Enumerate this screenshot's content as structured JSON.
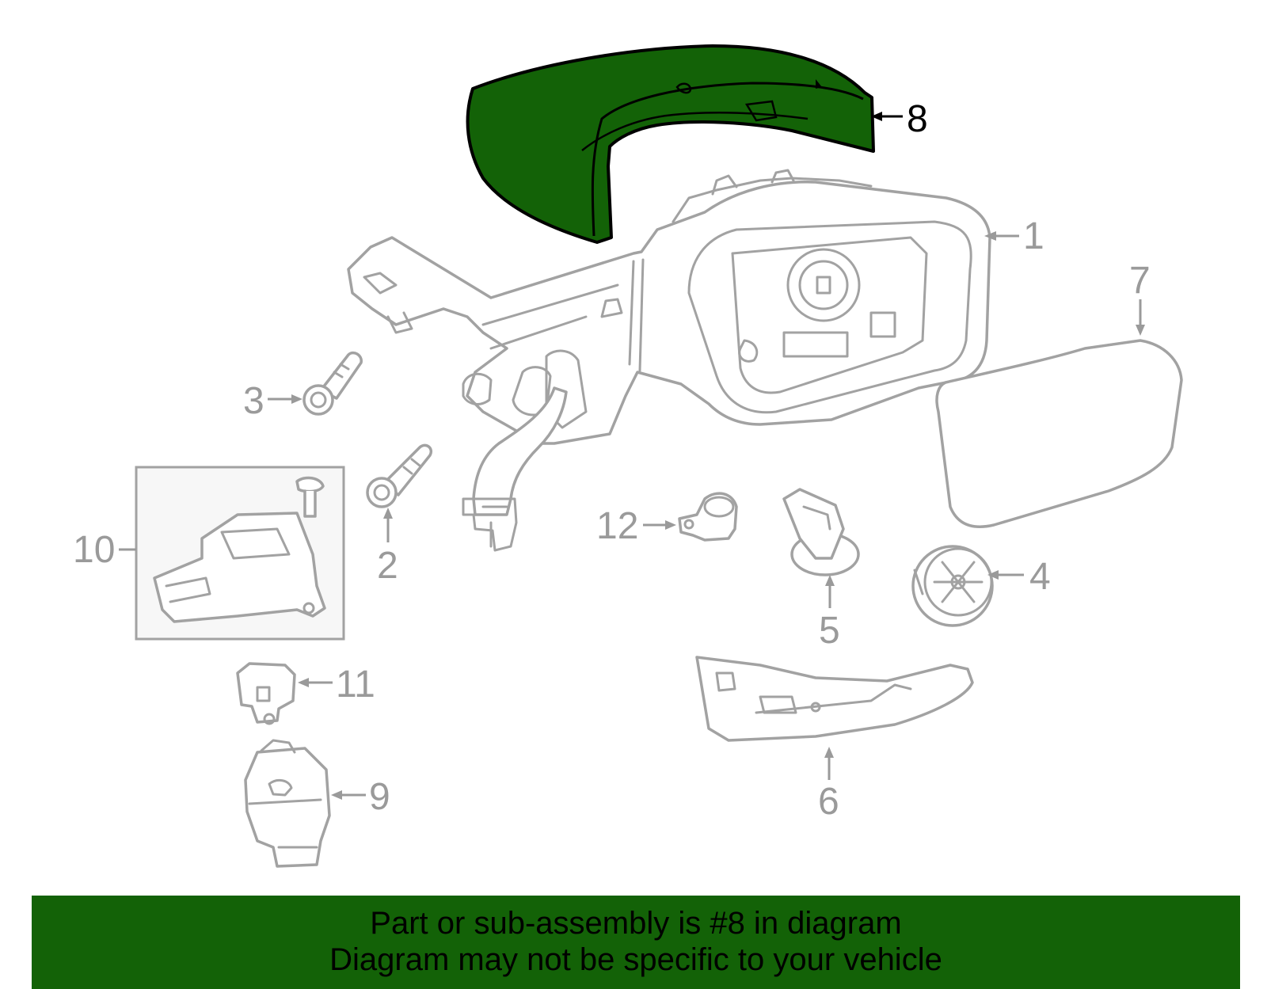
{
  "diagram": {
    "highlight_color": "#136207",
    "highlighted_part": "8",
    "callouts": [
      {
        "id": "1",
        "label": "1"
      },
      {
        "id": "2",
        "label": "2"
      },
      {
        "id": "3",
        "label": "3"
      },
      {
        "id": "4",
        "label": "4"
      },
      {
        "id": "5",
        "label": "5"
      },
      {
        "id": "6",
        "label": "6"
      },
      {
        "id": "7",
        "label": "7"
      },
      {
        "id": "8",
        "label": "8"
      },
      {
        "id": "9",
        "label": "9"
      },
      {
        "id": "10",
        "label": "10"
      },
      {
        "id": "11",
        "label": "11"
      },
      {
        "id": "12",
        "label": "12"
      }
    ]
  },
  "banner": {
    "line1": "Part or sub-assembly is #8 in diagram",
    "line2": "Diagram may not be specific to your vehicle",
    "background": "#136207"
  }
}
